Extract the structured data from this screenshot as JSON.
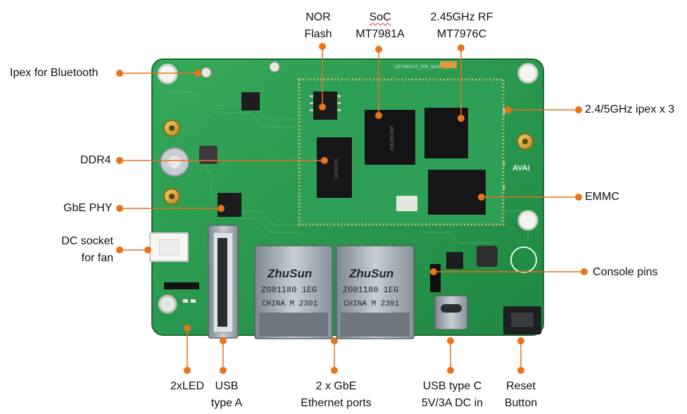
{
  "accent_color": "#e8731a",
  "pcb_color": "#2a9a4e",
  "labels": {
    "nor_flash": [
      "NOR",
      "Flash"
    ],
    "soc": [
      "SoC",
      "MT7981A"
    ],
    "rf": [
      "2.45GHz RF",
      "MT7976C"
    ],
    "ipex_bt": "Ipex for Bluetooth",
    "ipex_wifi": "2.4/5GHz ipex x 3",
    "ddr4": "DDR4",
    "emmc": "EMMC",
    "gbe_phy": "GbE PHY",
    "dc_socket": [
      "DC socket",
      "for fan"
    ],
    "console": "Console pins",
    "led": "2xLED",
    "usb_a": [
      "USB",
      "type A"
    ],
    "ethernet": [
      "2 x GbE",
      "Ethernet ports"
    ],
    "usb_c": [
      "USB type C",
      "5V/3A DC in"
    ],
    "reset": [
      "Reset",
      "Button"
    ]
  },
  "board_text": {
    "silk_top": "US7981V1_IPA_BASE_V1",
    "jack_brand": "ZhuSun",
    "jack_model": "ZG01180 1EG",
    "jack_origin": "CHINA M 2301",
    "soc_mark": "MEDIATEK",
    "mem_mark": "MICRON",
    "logo": "AVAi"
  }
}
